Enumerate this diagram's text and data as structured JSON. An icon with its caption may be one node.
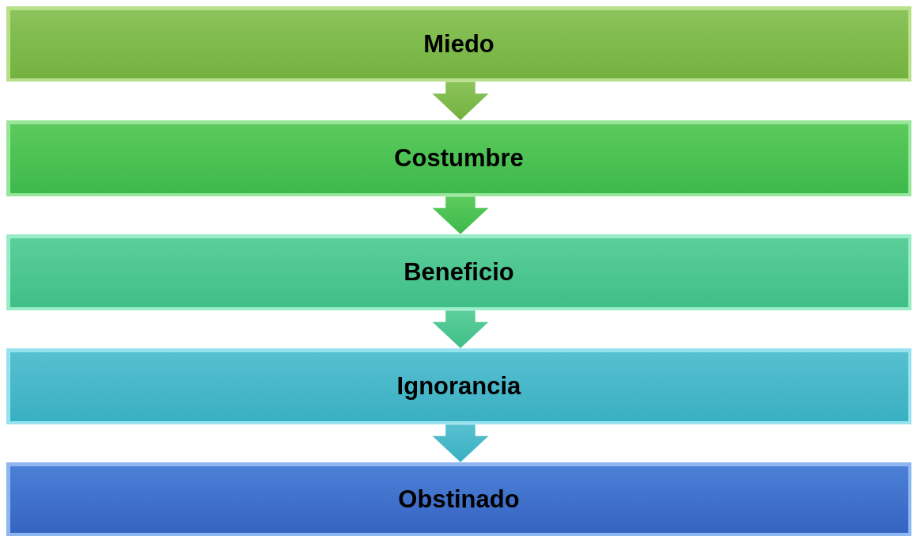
{
  "diagram": {
    "nodes": [
      {
        "text": [
          "Miedo"
        ]
      },
      {
        "text": [
          "Costumbre"
        ]
      },
      {
        "text": [
          "Beneficio"
        ]
      },
      {
        "text": [
          "Ignorancia"
        ]
      },
      {
        "text": [
          "Obstinado"
        ]
      }
    ],
    "edges": [
      {
        "from": 0,
        "to": 1,
        "arrow": "to"
      },
      {
        "from": 1,
        "to": 2,
        "arrow": "to"
      },
      {
        "from": 2,
        "to": 3,
        "arrow": "to"
      },
      {
        "from": 3,
        "to": 4,
        "arrow": "to"
      }
    ]
  }
}
